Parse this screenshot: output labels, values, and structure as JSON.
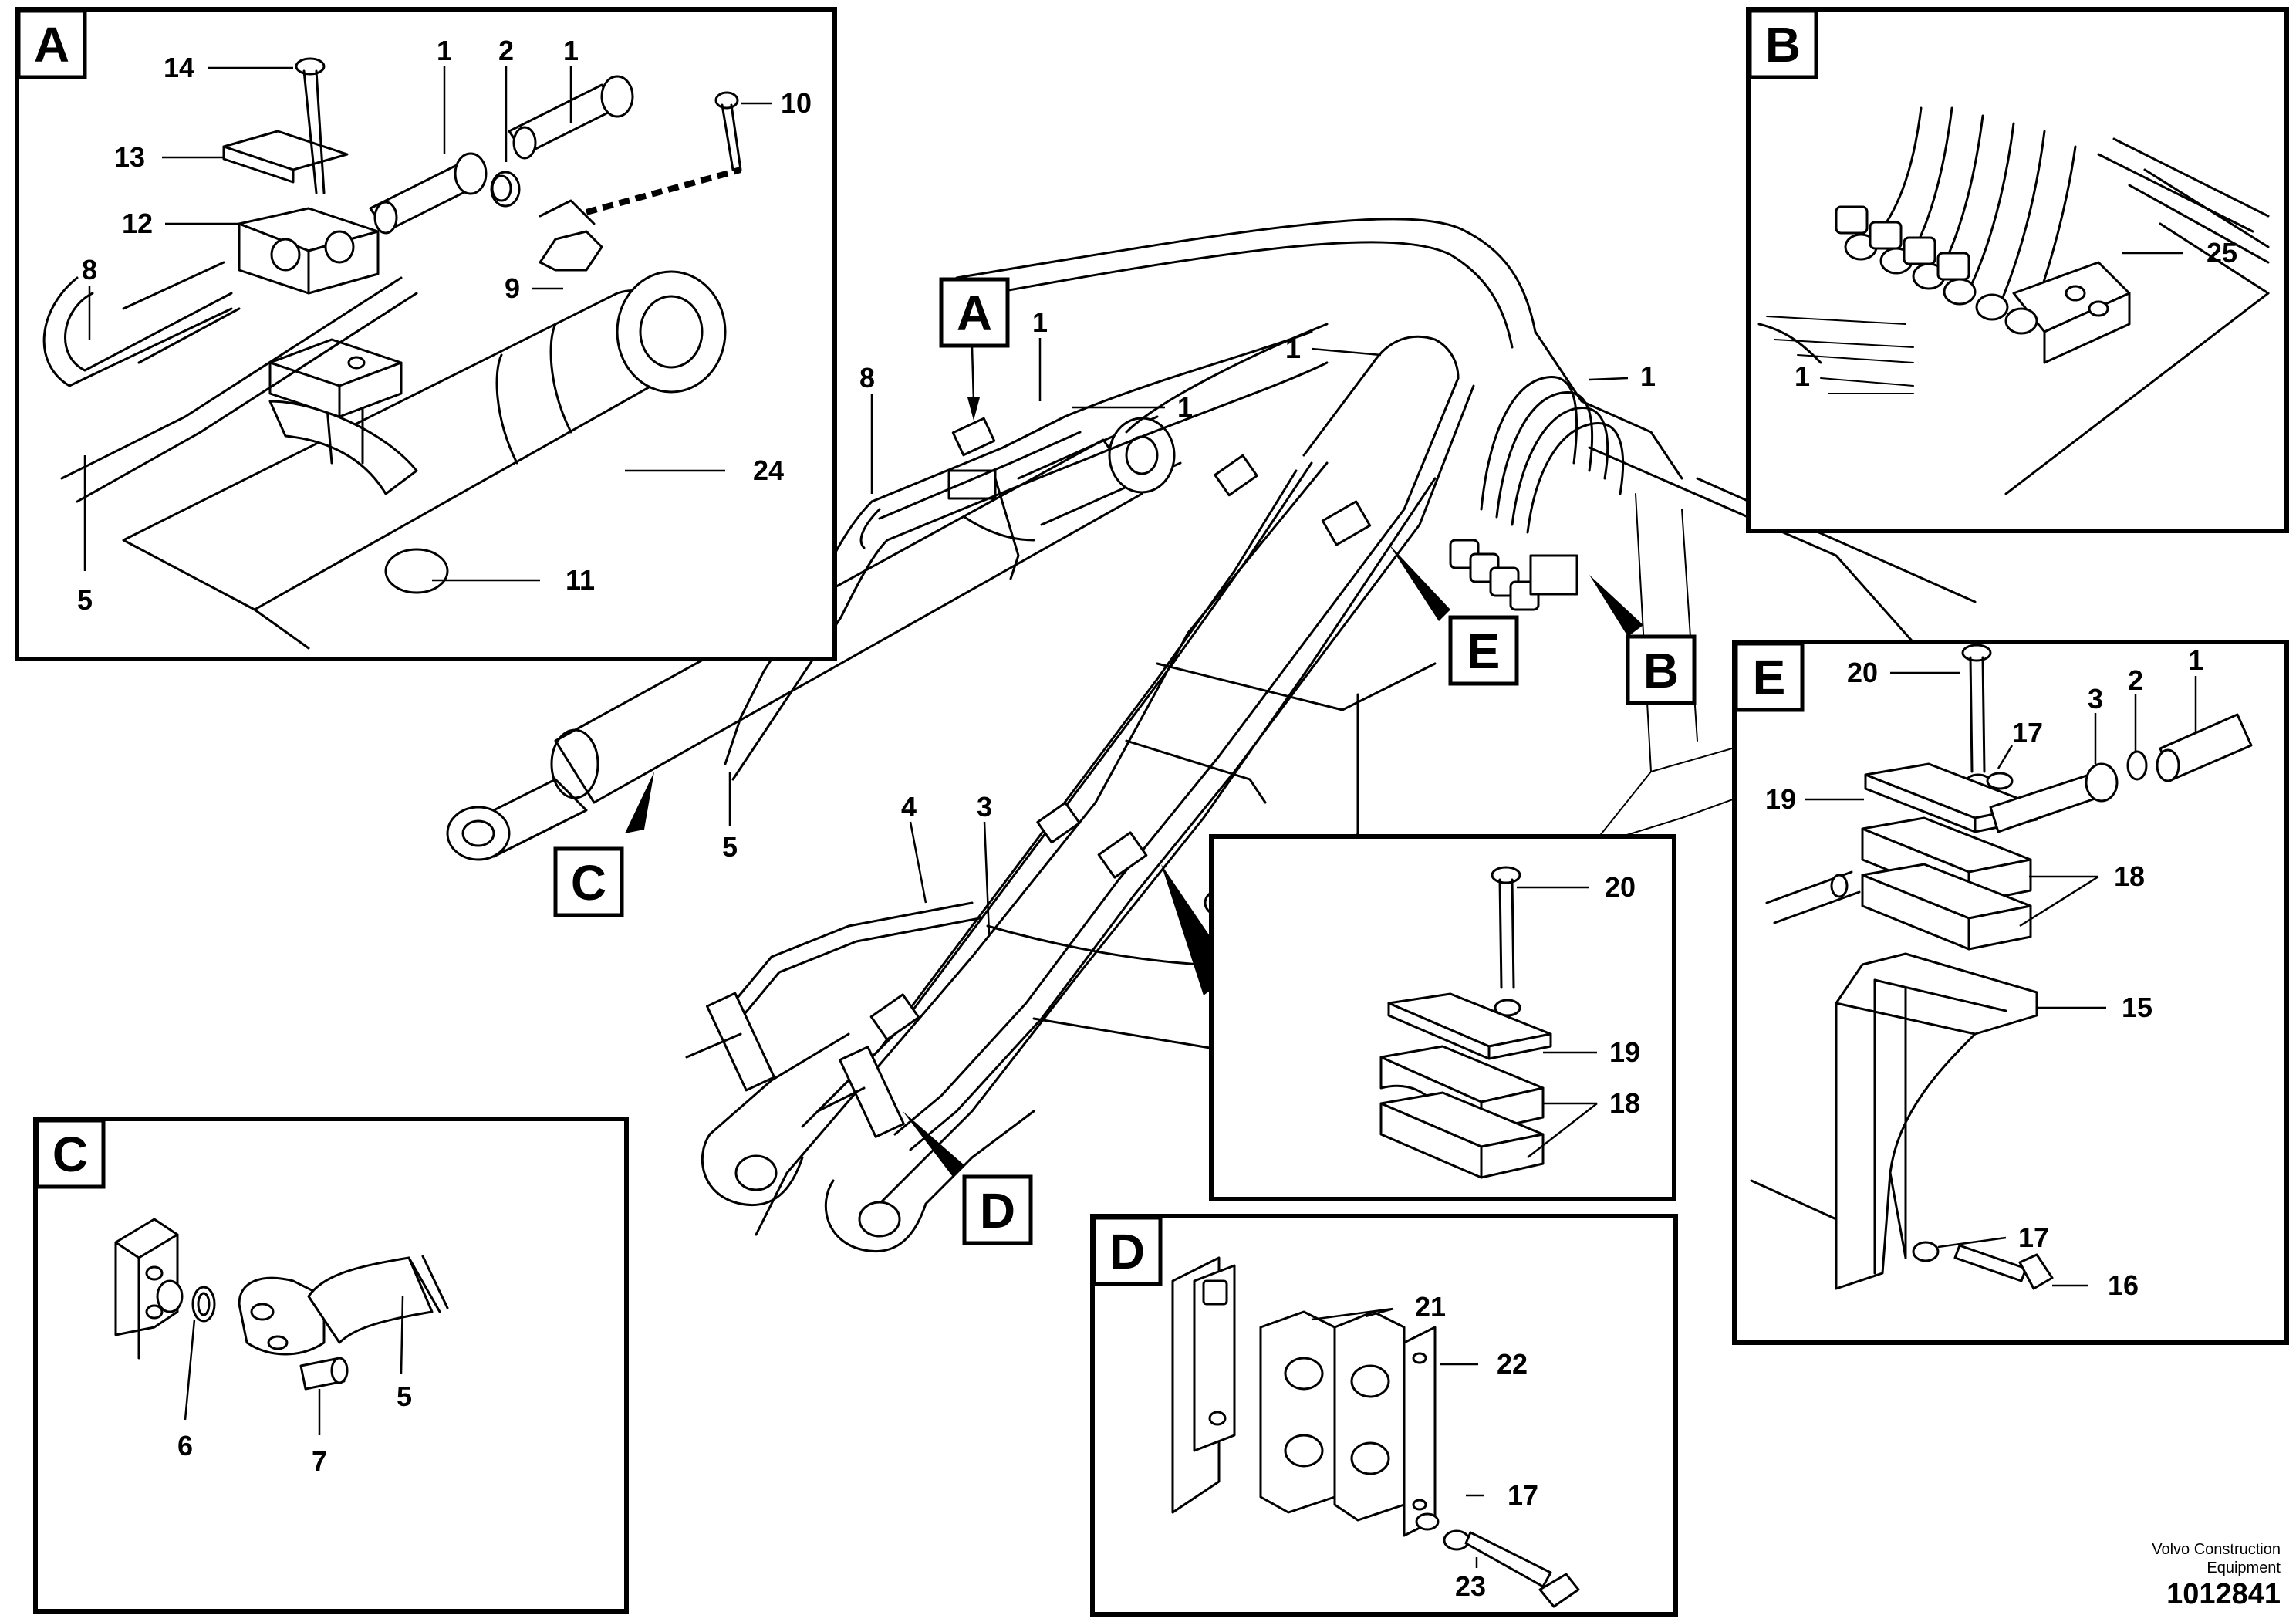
{
  "views": {
    "A": {
      "tag": "A",
      "labels": [
        "14",
        "1",
        "2",
        "1",
        "10",
        "13",
        "12",
        "8",
        "9",
        "24",
        "5",
        "11"
      ]
    },
    "B": {
      "tag": "B",
      "labels": [
        "25",
        "1"
      ]
    },
    "C": {
      "tag": "C",
      "labels": [
        "6",
        "5",
        "7"
      ]
    },
    "D": {
      "tag": "D",
      "labels": [
        "21",
        "22",
        "17",
        "23"
      ]
    },
    "E": {
      "tag": "E",
      "labels": [
        "20",
        "17",
        "3",
        "2",
        "1",
        "19",
        "18",
        "15",
        "17",
        "16"
      ]
    },
    "detail": {
      "labels": [
        "20",
        "19",
        "18"
      ]
    }
  },
  "main": {
    "callouts": [
      "A",
      "B",
      "C",
      "D",
      "E"
    ],
    "labels": [
      "8",
      "1",
      "1",
      "1",
      "1",
      "4",
      "3",
      "5"
    ]
  },
  "footer": {
    "company_line1": "Volvo Construction",
    "company_line2": "Equipment",
    "drawing_number": "1012841"
  }
}
